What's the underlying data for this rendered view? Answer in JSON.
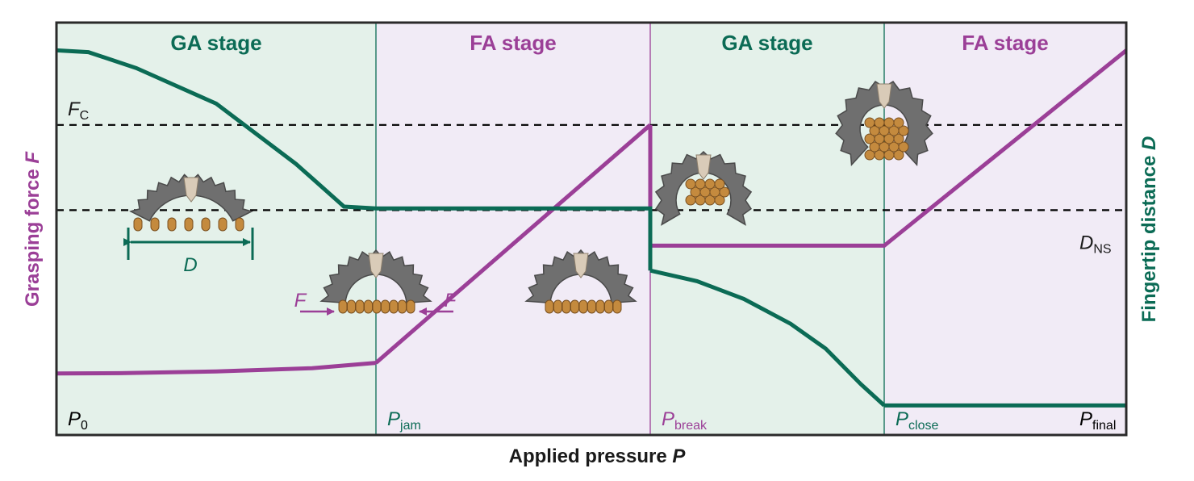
{
  "chart_data": {
    "type": "line",
    "title": "",
    "xlabel": "Applied pressure",
    "xlabel_symbol": "P",
    "ylabel_left": "Grasping force",
    "ylabel_left_symbol": "F",
    "ylabel_right": "Fingertip distance",
    "ylabel_right_symbol": "D",
    "colors": {
      "ga": "#0b6b55",
      "fa": "#9b3f97",
      "ga_bg": "#e4f1ea",
      "fa_bg": "#f1ebf6",
      "ref": "#000000"
    },
    "stages": [
      {
        "label": "GA stage",
        "kind": "ga",
        "from": 0,
        "to": 1
      },
      {
        "label": "FA stage",
        "kind": "fa",
        "from": 1,
        "to": 2
      },
      {
        "label": "GA stage",
        "kind": "ga",
        "from": 2,
        "to": 3
      },
      {
        "label": "FA stage",
        "kind": "fa",
        "from": 3,
        "to": 4
      }
    ],
    "pressure_ticks": [
      {
        "base": "P",
        "sub": "0",
        "x": 0,
        "color": "ref"
      },
      {
        "base": "P",
        "sub": "jam",
        "x": 1,
        "color": "ga"
      },
      {
        "base": "P",
        "sub": "break",
        "x": 2,
        "color": "fa"
      },
      {
        "base": "P",
        "sub": "close",
        "x": 3,
        "color": "ga"
      },
      {
        "base": "P",
        "sub": "final",
        "x": 4,
        "color": "ref"
      }
    ],
    "reference_lines": [
      {
        "base": "F",
        "sub": "C",
        "value": 0.78,
        "side": "left"
      },
      {
        "base": "D",
        "sub": "NS",
        "value": 0.54,
        "side": "right"
      }
    ],
    "series": [
      {
        "id": "force",
        "color": "fa",
        "segments": [
          [
            [
              0,
              0.08
            ],
            [
              0.2,
              0.081
            ],
            [
              0.5,
              0.086
            ],
            [
              0.8,
              0.095
            ],
            [
              1,
              0.11
            ]
          ],
          [
            [
              1,
              0.11
            ],
            [
              2,
              0.78
            ]
          ],
          [
            [
              2,
              0.78
            ],
            [
              2,
              0.44
            ],
            [
              3,
              0.44
            ],
            [
              4,
              0.99
            ]
          ]
        ]
      },
      {
        "id": "distance",
        "color": "ga",
        "segments": [
          [
            [
              0,
              0.99
            ],
            [
              0.1,
              0.985
            ],
            [
              0.25,
              0.94
            ],
            [
              0.5,
              0.84
            ],
            [
              0.75,
              0.67
            ],
            [
              0.9,
              0.55
            ],
            [
              1,
              0.545
            ]
          ],
          [
            [
              1,
              0.545
            ],
            [
              2,
              0.545
            ],
            [
              2,
              0.37
            ]
          ],
          [
            [
              2,
              0.37
            ],
            [
              2.2,
              0.34
            ],
            [
              2.4,
              0.29
            ],
            [
              2.6,
              0.22
            ],
            [
              2.75,
              0.15
            ],
            [
              2.9,
              0.05
            ],
            [
              3,
              -0.01
            ]
          ],
          [
            [
              3,
              -0.01
            ],
            [
              4,
              -0.01
            ]
          ]
        ]
      }
    ],
    "annotations": [
      {
        "text": "D",
        "color": "ga"
      },
      {
        "text": "F",
        "color": "fa"
      }
    ]
  }
}
